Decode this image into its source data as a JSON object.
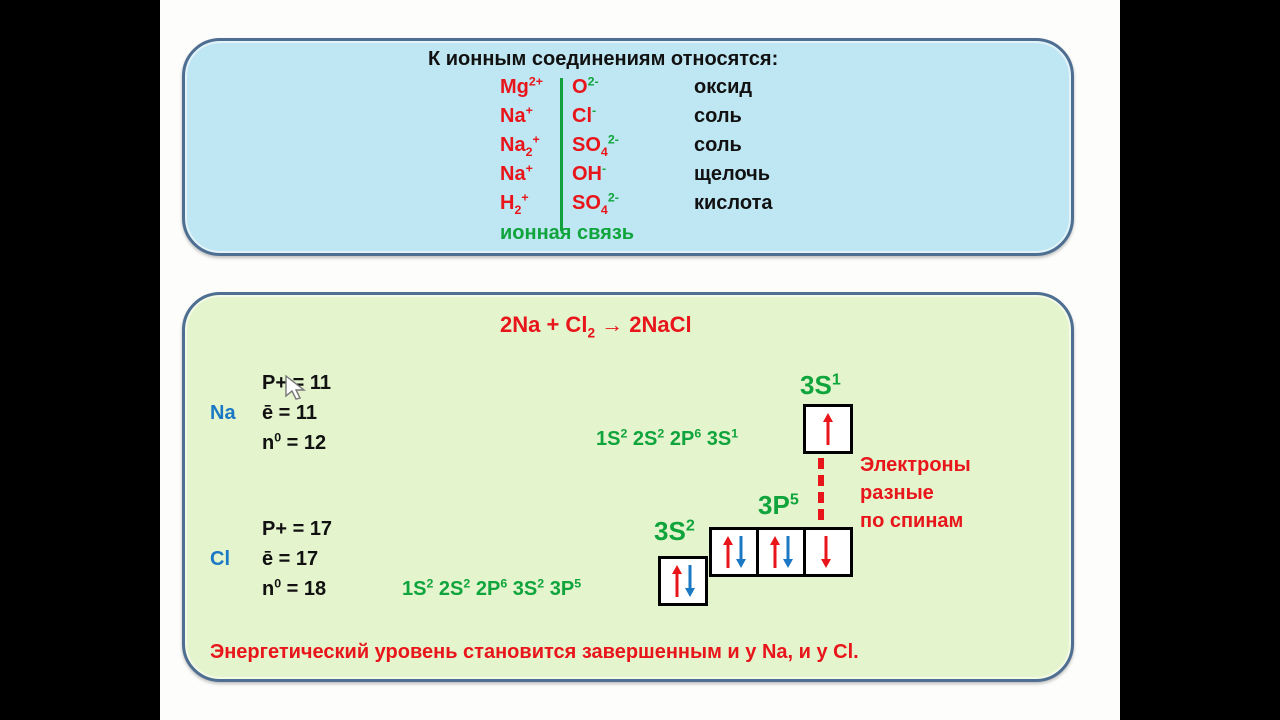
{
  "ionic": {
    "heading": "К ионным соединениям относятся:",
    "rows": [
      {
        "cation": "Mg",
        "cation_sub": "",
        "cation_sup": "2+",
        "anion": "O",
        "anion_sub": "",
        "anion_sup": "2-",
        "type": "оксид"
      },
      {
        "cation": "Na",
        "cation_sub": "",
        "cation_sup": "+",
        "anion": "Cl",
        "anion_sub": "",
        "anion_sup": "-",
        "type": "соль"
      },
      {
        "cation": "Na",
        "cation_sub": "2",
        "cation_sup": "+",
        "anion": "SO",
        "anion_sub": "4",
        "anion_sup": "2-",
        "type": "соль"
      },
      {
        "cation": "Na",
        "cation_sub": "",
        "cation_sup": "+",
        "anion": "OH",
        "anion_sub": "",
        "anion_sup": "-",
        "type": "щелочь"
      },
      {
        "cation": "H",
        "cation_sub": "2",
        "cation_sup": "+",
        "anion": "SO",
        "anion_sub": "4",
        "anion_sup": "2-",
        "type": "кислота"
      }
    ],
    "bond_label": "ионная связь"
  },
  "reaction": {
    "left": "2Na + Cl",
    "left_sub": "2",
    "arrow": "→",
    "right": "2NaCl"
  },
  "sodium": {
    "symbol": "Na",
    "protons": "P+ = 11",
    "electrons": "ē = 11",
    "neutrons_prefix": "n",
    "neutrons_sup": "0",
    "neutrons_value": " = 12",
    "config": [
      {
        "t": "1S",
        "s": "2"
      },
      {
        "t": " 2S",
        "s": "2"
      },
      {
        "t": " 2P",
        "s": "6"
      },
      {
        "t": " 3S",
        "s": "1"
      }
    ],
    "orbital_label": {
      "t": "3S",
      "s": "1"
    }
  },
  "chlorine": {
    "symbol": "Cl",
    "protons": "P+ = 17",
    "electrons": "ē = 17",
    "neutrons_prefix": "n",
    "neutrons_sup": "0",
    "neutrons_value": " = 18",
    "config": [
      {
        "t": "1S",
        "s": "2"
      },
      {
        "t": " 2S",
        "s": "2"
      },
      {
        "t": " 2P",
        "s": "6"
      },
      {
        "t": " 3S",
        "s": "2"
      },
      {
        "t": " 3P",
        "s": "5"
      }
    ],
    "orbital_s_label": {
      "t": "3S",
      "s": "2"
    },
    "orbital_p_label": {
      "t": "3P",
      "s": "5"
    }
  },
  "spin_note": [
    "Электроны",
    "разные",
    "по спинам"
  ],
  "conclusion": "Энергетический уровень становится завершенным и у Na, и у Cl.",
  "colors": {
    "red": "#e8151b",
    "blue": "#1b78c4",
    "green": "#10a53c"
  }
}
